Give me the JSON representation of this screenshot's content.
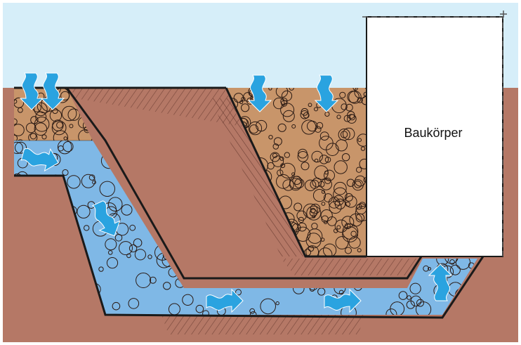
{
  "building": {
    "label": "Baukörper"
  },
  "colors": {
    "sky": "#d6eef9",
    "soil": "#b57866",
    "gravel": "#c8956a",
    "water": "#7fb8e6",
    "arrow": "#2aa3e0",
    "building": "#ffffff",
    "outline": "#1a1a1a"
  },
  "icons": [
    "water-down-arrow",
    "water-flow-arrow",
    "water-up-arrow"
  ]
}
